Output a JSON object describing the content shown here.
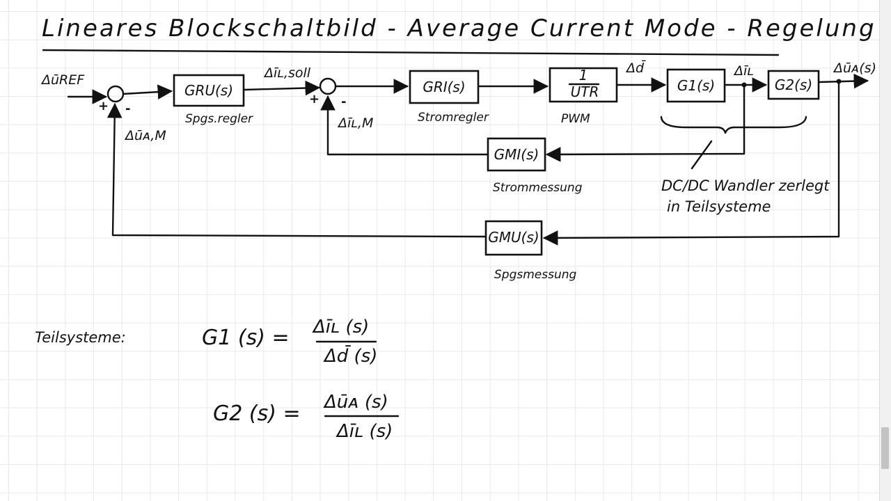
{
  "title": "Lineares Blockschaltbild - Average Current Mode - Regelung",
  "signals": {
    "u_ref": "ΔūREF",
    "i_soll": "Δīʟ,soll",
    "i_meas": "Δīʟ,M",
    "u_meas": "Δūᴀ,M",
    "d": "Δd̄",
    "i_L": "Δīʟ",
    "u_out": "Δūᴀ(s)"
  },
  "blocks": {
    "gru": "GRU(s)",
    "gri": "GRI(s)",
    "pwm": "UTR",
    "pwm_num": "1",
    "g1": "G1(s)",
    "g2": "G2(s)",
    "gmi": "GMI(s)",
    "gmu": "GMU(s)"
  },
  "captions": {
    "voltage_controller": "Spgs.regler",
    "current_controller": "Stromregler",
    "pwm": "PWM",
    "current_measurement": "Strommessung",
    "voltage_measurement": "Spgsmessung",
    "converter_note_1": "DC/DC Wandler zerlegt",
    "converter_note_2": "in Teilsysteme"
  },
  "signs": {
    "plus": "+",
    "minus": "-"
  },
  "subsystems": {
    "label": "Teilsysteme:",
    "g1_lhs": "G1 (s) =",
    "g1_num": "Δīʟ (s)",
    "g1_den": "Δd̄ (s)",
    "g2_lhs": "G2 (s) =",
    "g2_num": "Δūᴀ (s)",
    "g2_den": "Δīʟ (s)"
  }
}
